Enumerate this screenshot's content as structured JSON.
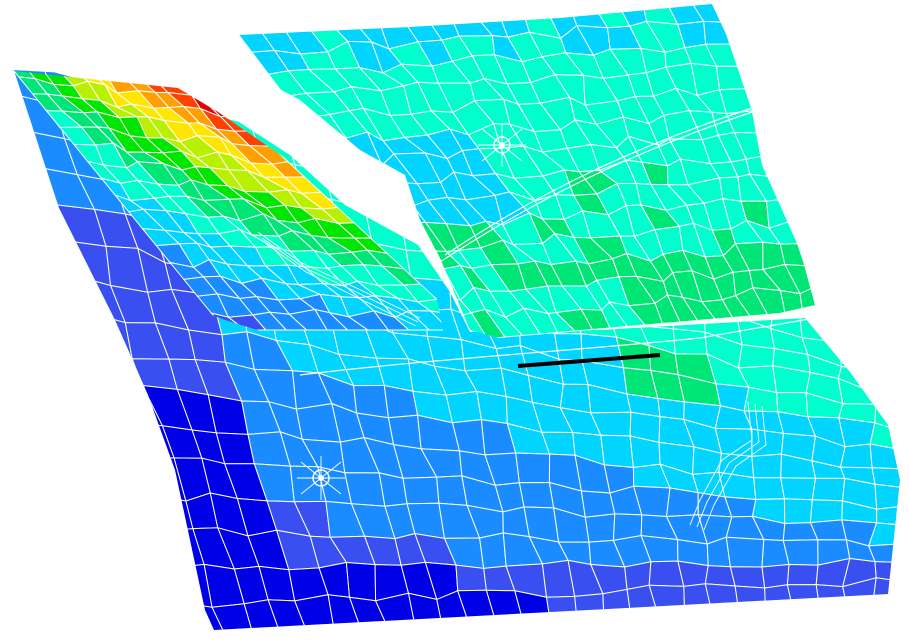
{
  "colors": {
    "background": "#ffffff",
    "mesh_line": "#ffffff",
    "crack": "#000000",
    "scale": [
      "#0000e6",
      "#3a4ff0",
      "#1a8cff",
      "#00d4ff",
      "#00ffcc",
      "#00e676",
      "#00e600",
      "#b8f000",
      "#ffe600",
      "#ffa000",
      "#ff4000",
      "#e60000"
    ]
  },
  "panels": [
    {
      "name": "upper-left-flap",
      "level_range": [
        3,
        11
      ]
    },
    {
      "name": "upper-right-flap",
      "level_range": [
        3,
        5
      ]
    },
    {
      "name": "lower-panel",
      "level_range": [
        0,
        4
      ]
    }
  ],
  "features": [
    "crack-line",
    "bolt-hole-upper",
    "bolt-hole-lower-left",
    "stiffener-left",
    "stiffener-right"
  ]
}
